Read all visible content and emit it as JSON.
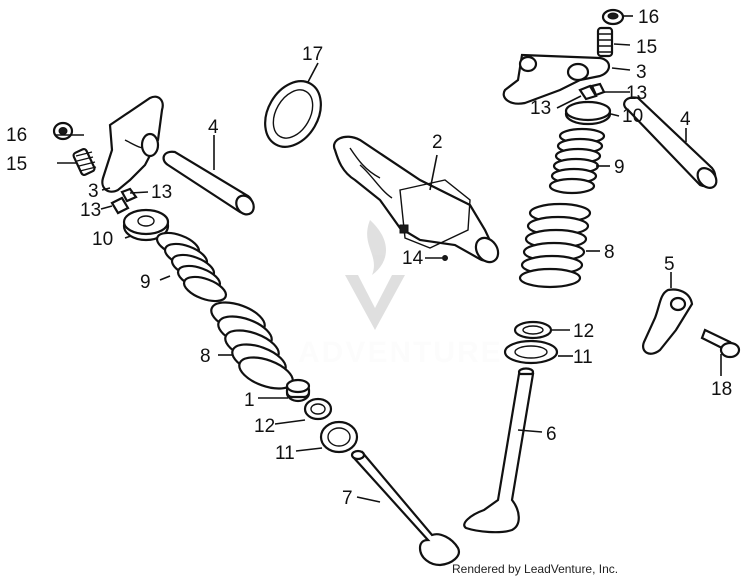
{
  "diagram": {
    "type": "exploded-parts-diagram",
    "callouts": [
      {
        "id": "c1",
        "label": "1"
      },
      {
        "id": "c2",
        "label": "2"
      },
      {
        "id": "c3a",
        "label": "3"
      },
      {
        "id": "c3b",
        "label": "3"
      },
      {
        "id": "c4a",
        "label": "4"
      },
      {
        "id": "c4b",
        "label": "4"
      },
      {
        "id": "c5",
        "label": "5"
      },
      {
        "id": "c6",
        "label": "6"
      },
      {
        "id": "c7",
        "label": "7"
      },
      {
        "id": "c8a",
        "label": "8"
      },
      {
        "id": "c8b",
        "label": "8"
      },
      {
        "id": "c9a",
        "label": "9"
      },
      {
        "id": "c9b",
        "label": "9"
      },
      {
        "id": "c10a",
        "label": "10"
      },
      {
        "id": "c10b",
        "label": "10"
      },
      {
        "id": "c11a",
        "label": "11"
      },
      {
        "id": "c11b",
        "label": "11"
      },
      {
        "id": "c12a",
        "label": "12"
      },
      {
        "id": "c12b",
        "label": "12"
      },
      {
        "id": "c13a",
        "label": "13"
      },
      {
        "id": "c13b",
        "label": "13"
      },
      {
        "id": "c13c",
        "label": "13"
      },
      {
        "id": "c13d",
        "label": "13"
      },
      {
        "id": "c14",
        "label": "14"
      },
      {
        "id": "c15a",
        "label": "15"
      },
      {
        "id": "c15b",
        "label": "15"
      },
      {
        "id": "c16a",
        "label": "16"
      },
      {
        "id": "c16b",
        "label": "16"
      },
      {
        "id": "c17",
        "label": "17"
      },
      {
        "id": "c18",
        "label": "18"
      }
    ]
  },
  "watermark": {
    "text": "ADVENTURE"
  },
  "footer": {
    "credit": "Rendered by LeadVenture, Inc."
  }
}
